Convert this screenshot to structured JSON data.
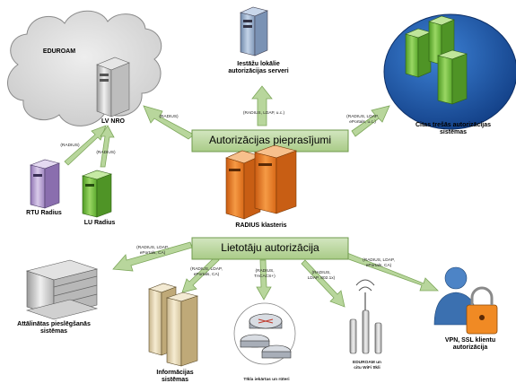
{
  "cloud": {
    "label": "EDUROAM"
  },
  "nodes": {
    "lv_nro": "LV NRO",
    "rtu_radius": "RTU Radius",
    "lu_radius": "LU Radius",
    "local_server": "Iestāžu lokālie\nautorizācijas serveri",
    "third_party": "Citas trešās autorizācijas\nsistēmas",
    "radius_cluster": "RADIUS klasteris",
    "attached_systems": "Attālinātas pieslēgšanās\nsistēmas",
    "info_systems": "Informācijas\nsistēmas",
    "network_devices": "Tīkla iekārtas un rūteri",
    "wifi": "EDUROAM un\ncitu WiFi tīkli",
    "vpn": "VPN, SSL klientu\nautorizācija"
  },
  "banners": {
    "auth_requests": "Autorizācijas pieprasījumi",
    "user_auth": "Lietotāju autorizācija"
  },
  "protocols": {
    "to_nro": "(RADIUS)",
    "rtu_to_nro": "(RADIUS)",
    "lu_to_nro": "(RADIUS)",
    "to_local": "(RADIUS, LDAP, u.c.)",
    "to_third": "(RADIUS, LDAP,\n ePortals, u.c.)",
    "to_attached": "(RADIUS, LDAP,\n ePortals, CA)",
    "to_info": "(RADIUS, LDAP,\n ePortals, CA)",
    "to_network": "(RADIUS,\nTACACS+)",
    "to_wifi": "(RADIUS,\nLDAP, 802.1x)",
    "to_vpn": "(RADIUS, LDAP,\n ePortals, CA)"
  },
  "colors": {
    "banner_fill": "#b6d49a",
    "banner_border": "#6f9a4c",
    "arrow": "#b8d69c",
    "arrow_border": "#7da75a",
    "cloud": "#d8d8d8",
    "globe": "#1f5fb4",
    "server_orange": "#ee7a24",
    "server_green": "#6fbf3b",
    "server_purple": "#b39ad4",
    "server_blue": "#8fa8c8"
  }
}
